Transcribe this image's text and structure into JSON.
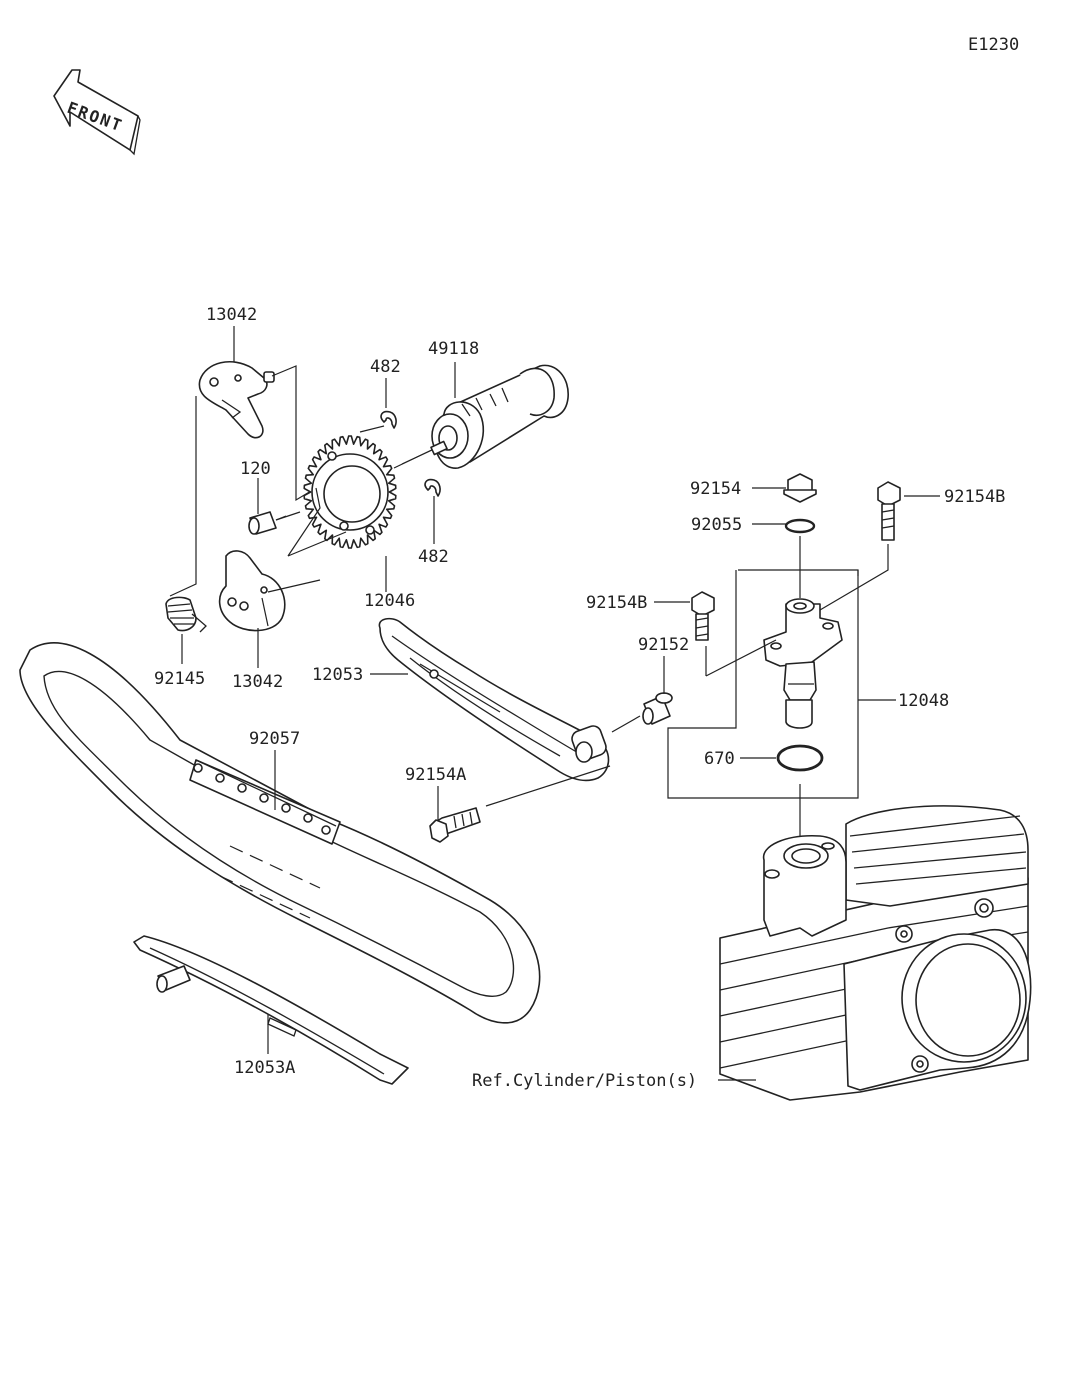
{
  "diagram_code": "E1230",
  "front_label": "FRONT",
  "reference_note": "Ref.Cylinder/Piston(s)",
  "callouts": {
    "tensioner_weight_upper": "13042",
    "tensioner_weight_lower": "13042",
    "camshaft": "49118",
    "circlip_upper": "482",
    "circlip_lower": "482",
    "bolt_sprocket": "120",
    "cam_sprocket": "12046",
    "spring": "92145",
    "chain_guide_upper": "12053",
    "cam_chain": "92057",
    "chain_guide_lower": "12053A",
    "tensioner_bolt_a": "92154A",
    "collar": "92152",
    "tensioner_bolt_b_left": "92154B",
    "tensioner_bolt_b_right": "92154B",
    "tensioner_cap_bolt": "92154",
    "o_ring_small": "92055",
    "o_ring_large": "670",
    "tensioner_assembly": "12048"
  }
}
